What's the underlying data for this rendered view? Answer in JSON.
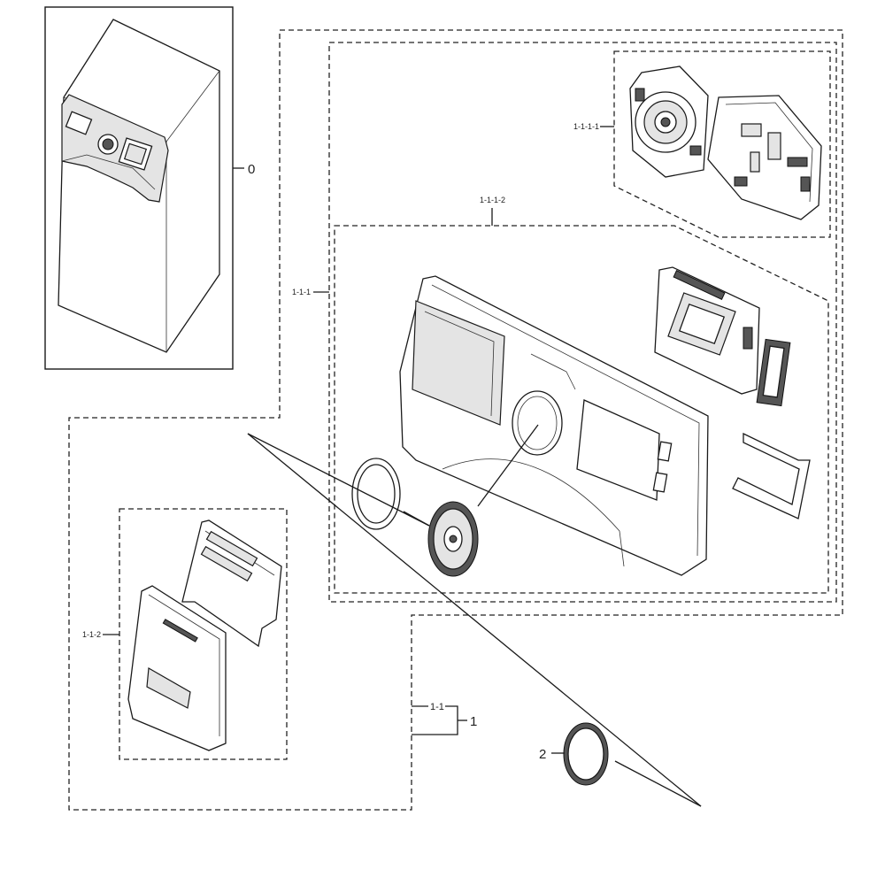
{
  "labels": {
    "assembly_0": "0",
    "assembly_1": "1",
    "assembly_1_1": "1-1",
    "assembly_1_1_1": "1-1-1",
    "assembly_1_1_1_1": "1-1-1-1",
    "assembly_1_1_1_2": "1-1-1-2",
    "assembly_1_1_2": "1-1-2",
    "part_2": "2"
  }
}
